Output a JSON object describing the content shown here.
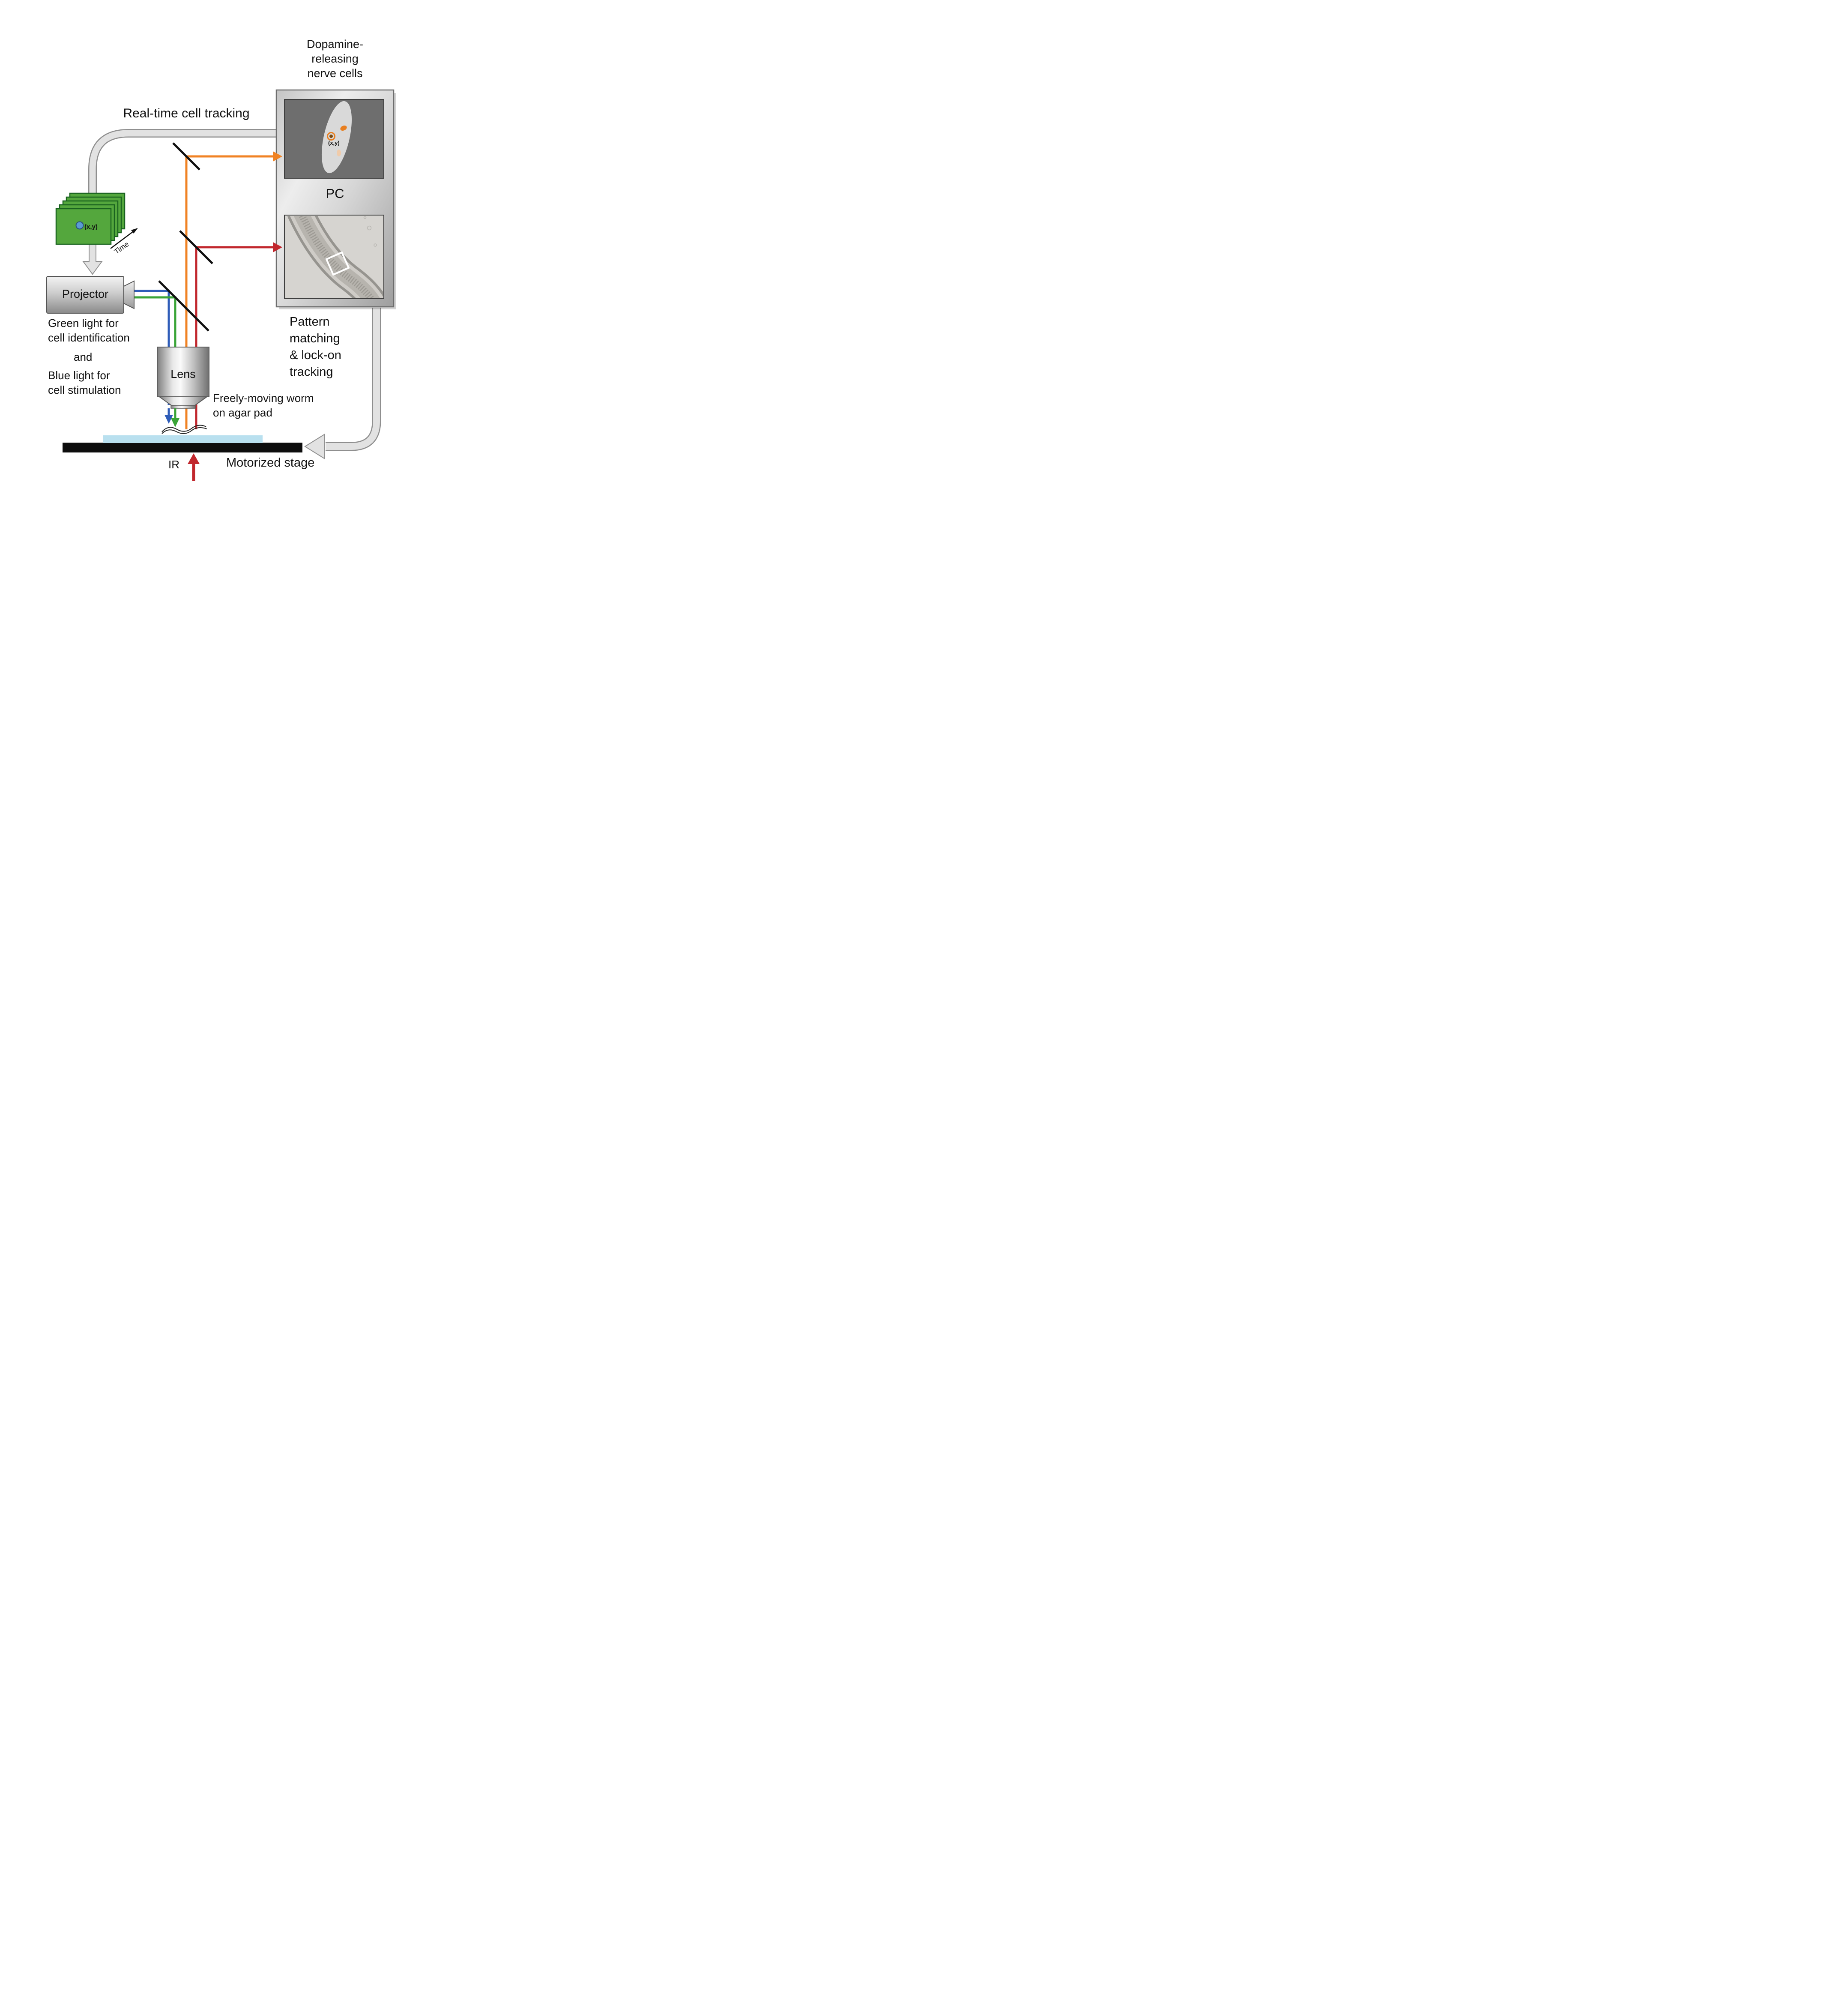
{
  "labels": {
    "dopamine": {
      "lines": [
        "Dopamine-",
        "releasing",
        "nerve cells"
      ]
    },
    "realtime": "Real-time cell tracking",
    "pc": "PC",
    "pattern": {
      "lines": [
        "Pattern",
        "matching",
        "& lock-on",
        "tracking"
      ]
    },
    "projector": "Projector",
    "green_light": {
      "lines": [
        "Green light for",
        "cell identification"
      ]
    },
    "and": "and",
    "blue_light": {
      "lines": [
        "Blue light for",
        "cell stimulation"
      ]
    },
    "lens": "Lens",
    "worm": {
      "lines": [
        "Freely-moving worm",
        "on agar pad"
      ]
    },
    "ir": "IR",
    "motorized_stage": "Motorized stage",
    "frames_xy": "(x,y)",
    "panel_xy": "(x,y)",
    "time": "Time"
  },
  "colors": {
    "beam_orange": "#f08223",
    "beam_red": "#c1272d",
    "beam_blue": "#2e5cb8",
    "beam_green": "#3aa437",
    "frame_green": "#54a73d",
    "frame_border_green": "#19621f",
    "tracked_cell_blue": "#5b9bd5",
    "agar_pad_blue": "#b9e0ef",
    "stage_black": "#0d0d0d",
    "arrow_gray": "#e2e2e2"
  }
}
